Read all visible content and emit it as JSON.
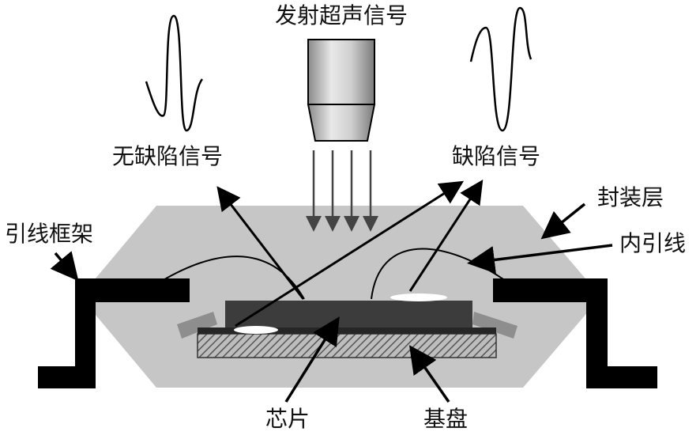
{
  "labels": {
    "transmit": "发射超声信号",
    "no_defect": "无缺陷信号",
    "defect": "缺陷信号",
    "package_layer": "封装层",
    "lead_frame": "引线框架",
    "inner_lead": "内引线",
    "chip": "芯片",
    "substrate": "基盘"
  },
  "colors": {
    "package_fill": "#c6c6c6",
    "lead_frame": "#000000",
    "chip": "#3c3c3c",
    "substrate_hatch": "#555555",
    "defect_spot": "#ffffff",
    "arrow": "#000000",
    "ultrasound_arrow": "#444444"
  },
  "icons": {
    "transducer": "ultrasonic-transducer-icon",
    "wave": "sine-wave-icon"
  }
}
